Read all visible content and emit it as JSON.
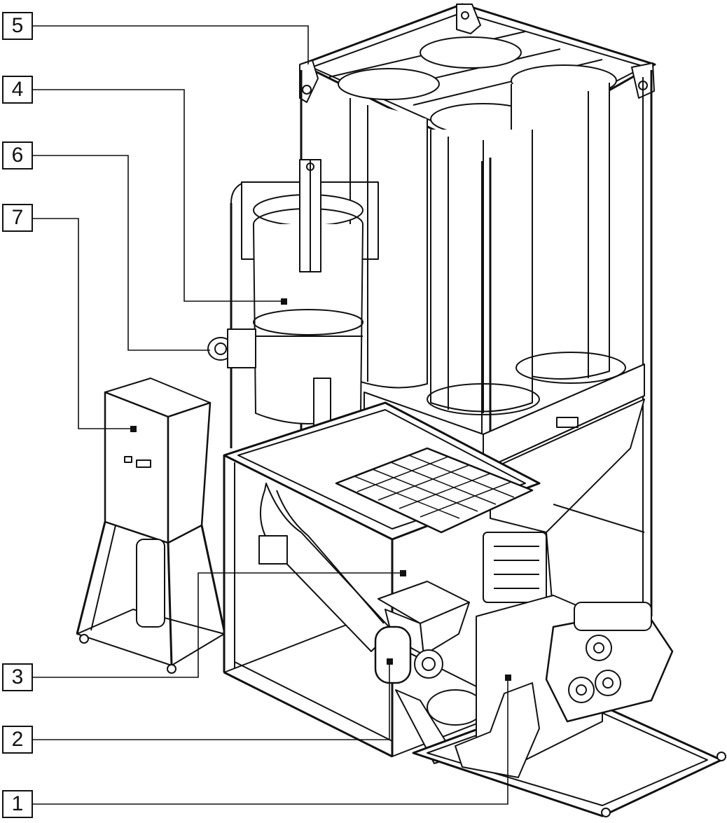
{
  "callouts": [
    {
      "id": "5",
      "label": "5"
    },
    {
      "id": "4",
      "label": "4"
    },
    {
      "id": "6",
      "label": "6"
    },
    {
      "id": "7",
      "label": "7"
    },
    {
      "id": "3",
      "label": "3"
    },
    {
      "id": "2",
      "label": "2"
    },
    {
      "id": "1",
      "label": "1"
    }
  ],
  "colors": {
    "line": "#111111",
    "background": "#ffffff"
  }
}
